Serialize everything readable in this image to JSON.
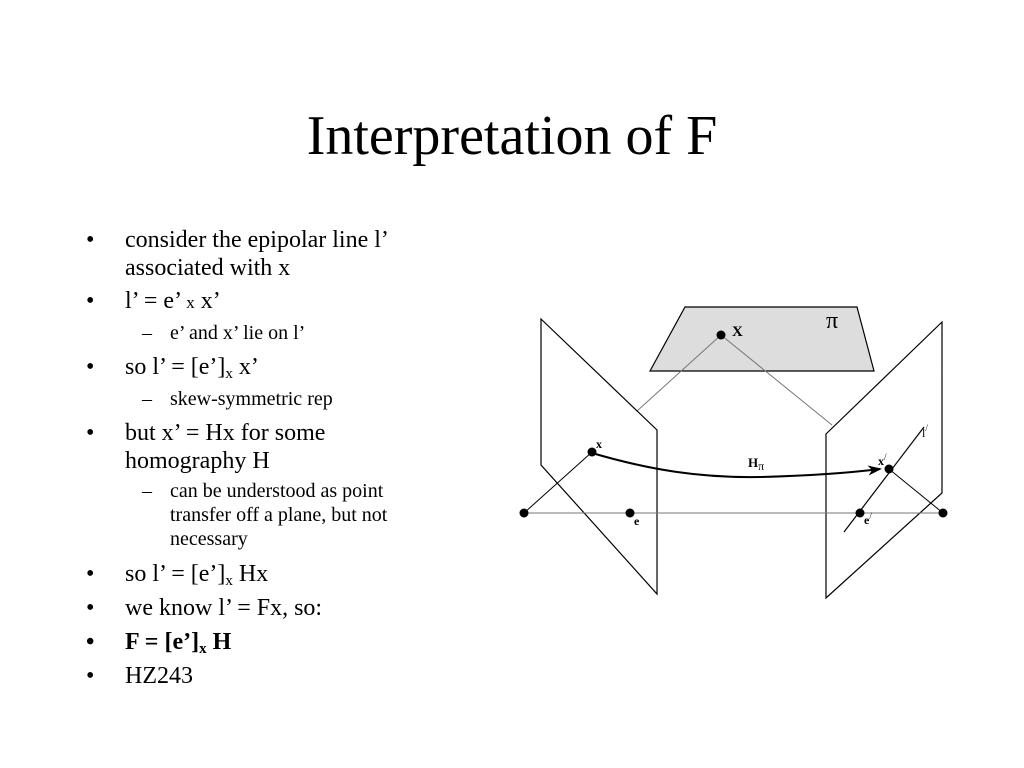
{
  "slide": {
    "title": "Interpretation of F"
  },
  "bullets": {
    "b1_line1": "consider the epipolar line l’",
    "b1_line2": "associated with x",
    "b2_a": "l’ = e’",
    "b2_x": "x",
    "b2_b": "x’",
    "s1": "e’ and x’ lie on l’",
    "b3_a": "so l’ = [e’]",
    "b3_sub": "x",
    "b3_b": "x’",
    "s2": "skew-symmetric rep",
    "b4_line1": "but x’ = Hx for some",
    "b4_line2": "homography H",
    "s3_line1": "can be understood as point",
    "s3_line2": "transfer off a plane, but not",
    "s3_line3": "necessary",
    "b5_a": "so l’ = [e’]",
    "b5_sub": "x",
    "b5_b": "Hx",
    "b6": "we know l’ = Fx, so:",
    "b7_a": "F = [e’]",
    "b7_sub": "x",
    "b7_b": "H",
    "b8": "HZ243"
  },
  "diagram": {
    "label_X": "X",
    "label_pi": "π",
    "label_x": "x",
    "label_e": "e",
    "label_H": "H",
    "label_H_sub": "π",
    "label_xp": "x",
    "label_xp_prime": "/",
    "label_ep": "e",
    "label_ep_prime": "/",
    "label_lp": "l",
    "label_lp_prime": "/",
    "colors": {
      "plane_fill": "#dddddd",
      "stroke": "#000000",
      "guide": "#777777"
    }
  }
}
